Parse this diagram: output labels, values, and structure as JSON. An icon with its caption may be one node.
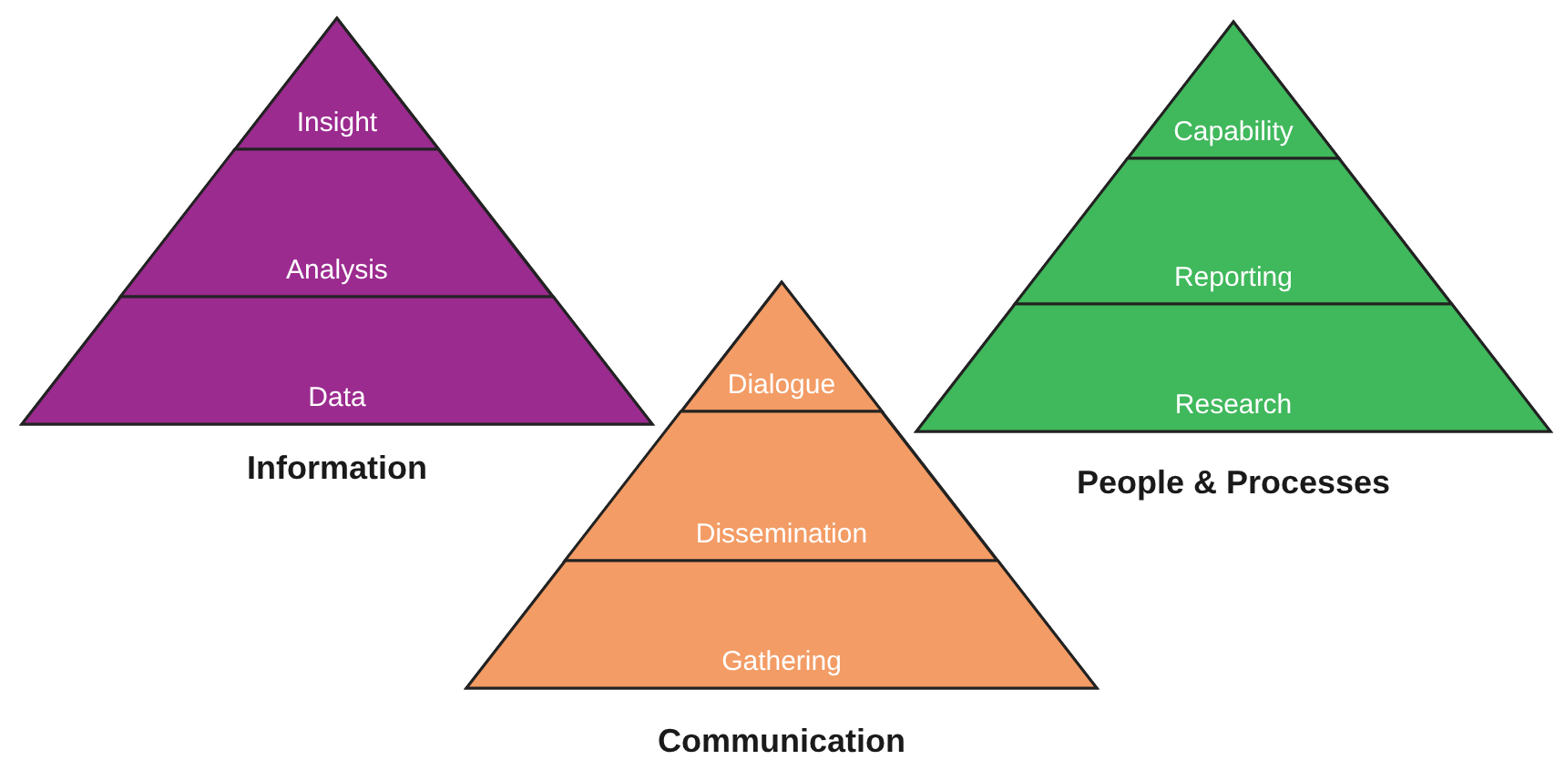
{
  "diagram": {
    "nodes": [
      {
        "text": [
          "Information"
        ]
      },
      {
        "text": [
          "Insight"
        ],
        "in": 0
      },
      {
        "text": [
          "Analysis"
        ],
        "in": 0
      },
      {
        "text": [
          "Data"
        ],
        "in": 0
      },
      {
        "text": [
          "People & Processes"
        ]
      },
      {
        "text": [
          "Capability"
        ],
        "in": 4
      },
      {
        "text": [
          "Reporting"
        ],
        "in": 4
      },
      {
        "text": [
          "Research"
        ],
        "in": 4
      },
      {
        "text": [
          "Communication"
        ]
      },
      {
        "text": [
          "Dialogue"
        ],
        "in": 8
      },
      {
        "text": [
          "Dissemination"
        ],
        "in": 8
      },
      {
        "text": [
          "Gathering"
        ],
        "in": 8
      }
    ]
  }
}
